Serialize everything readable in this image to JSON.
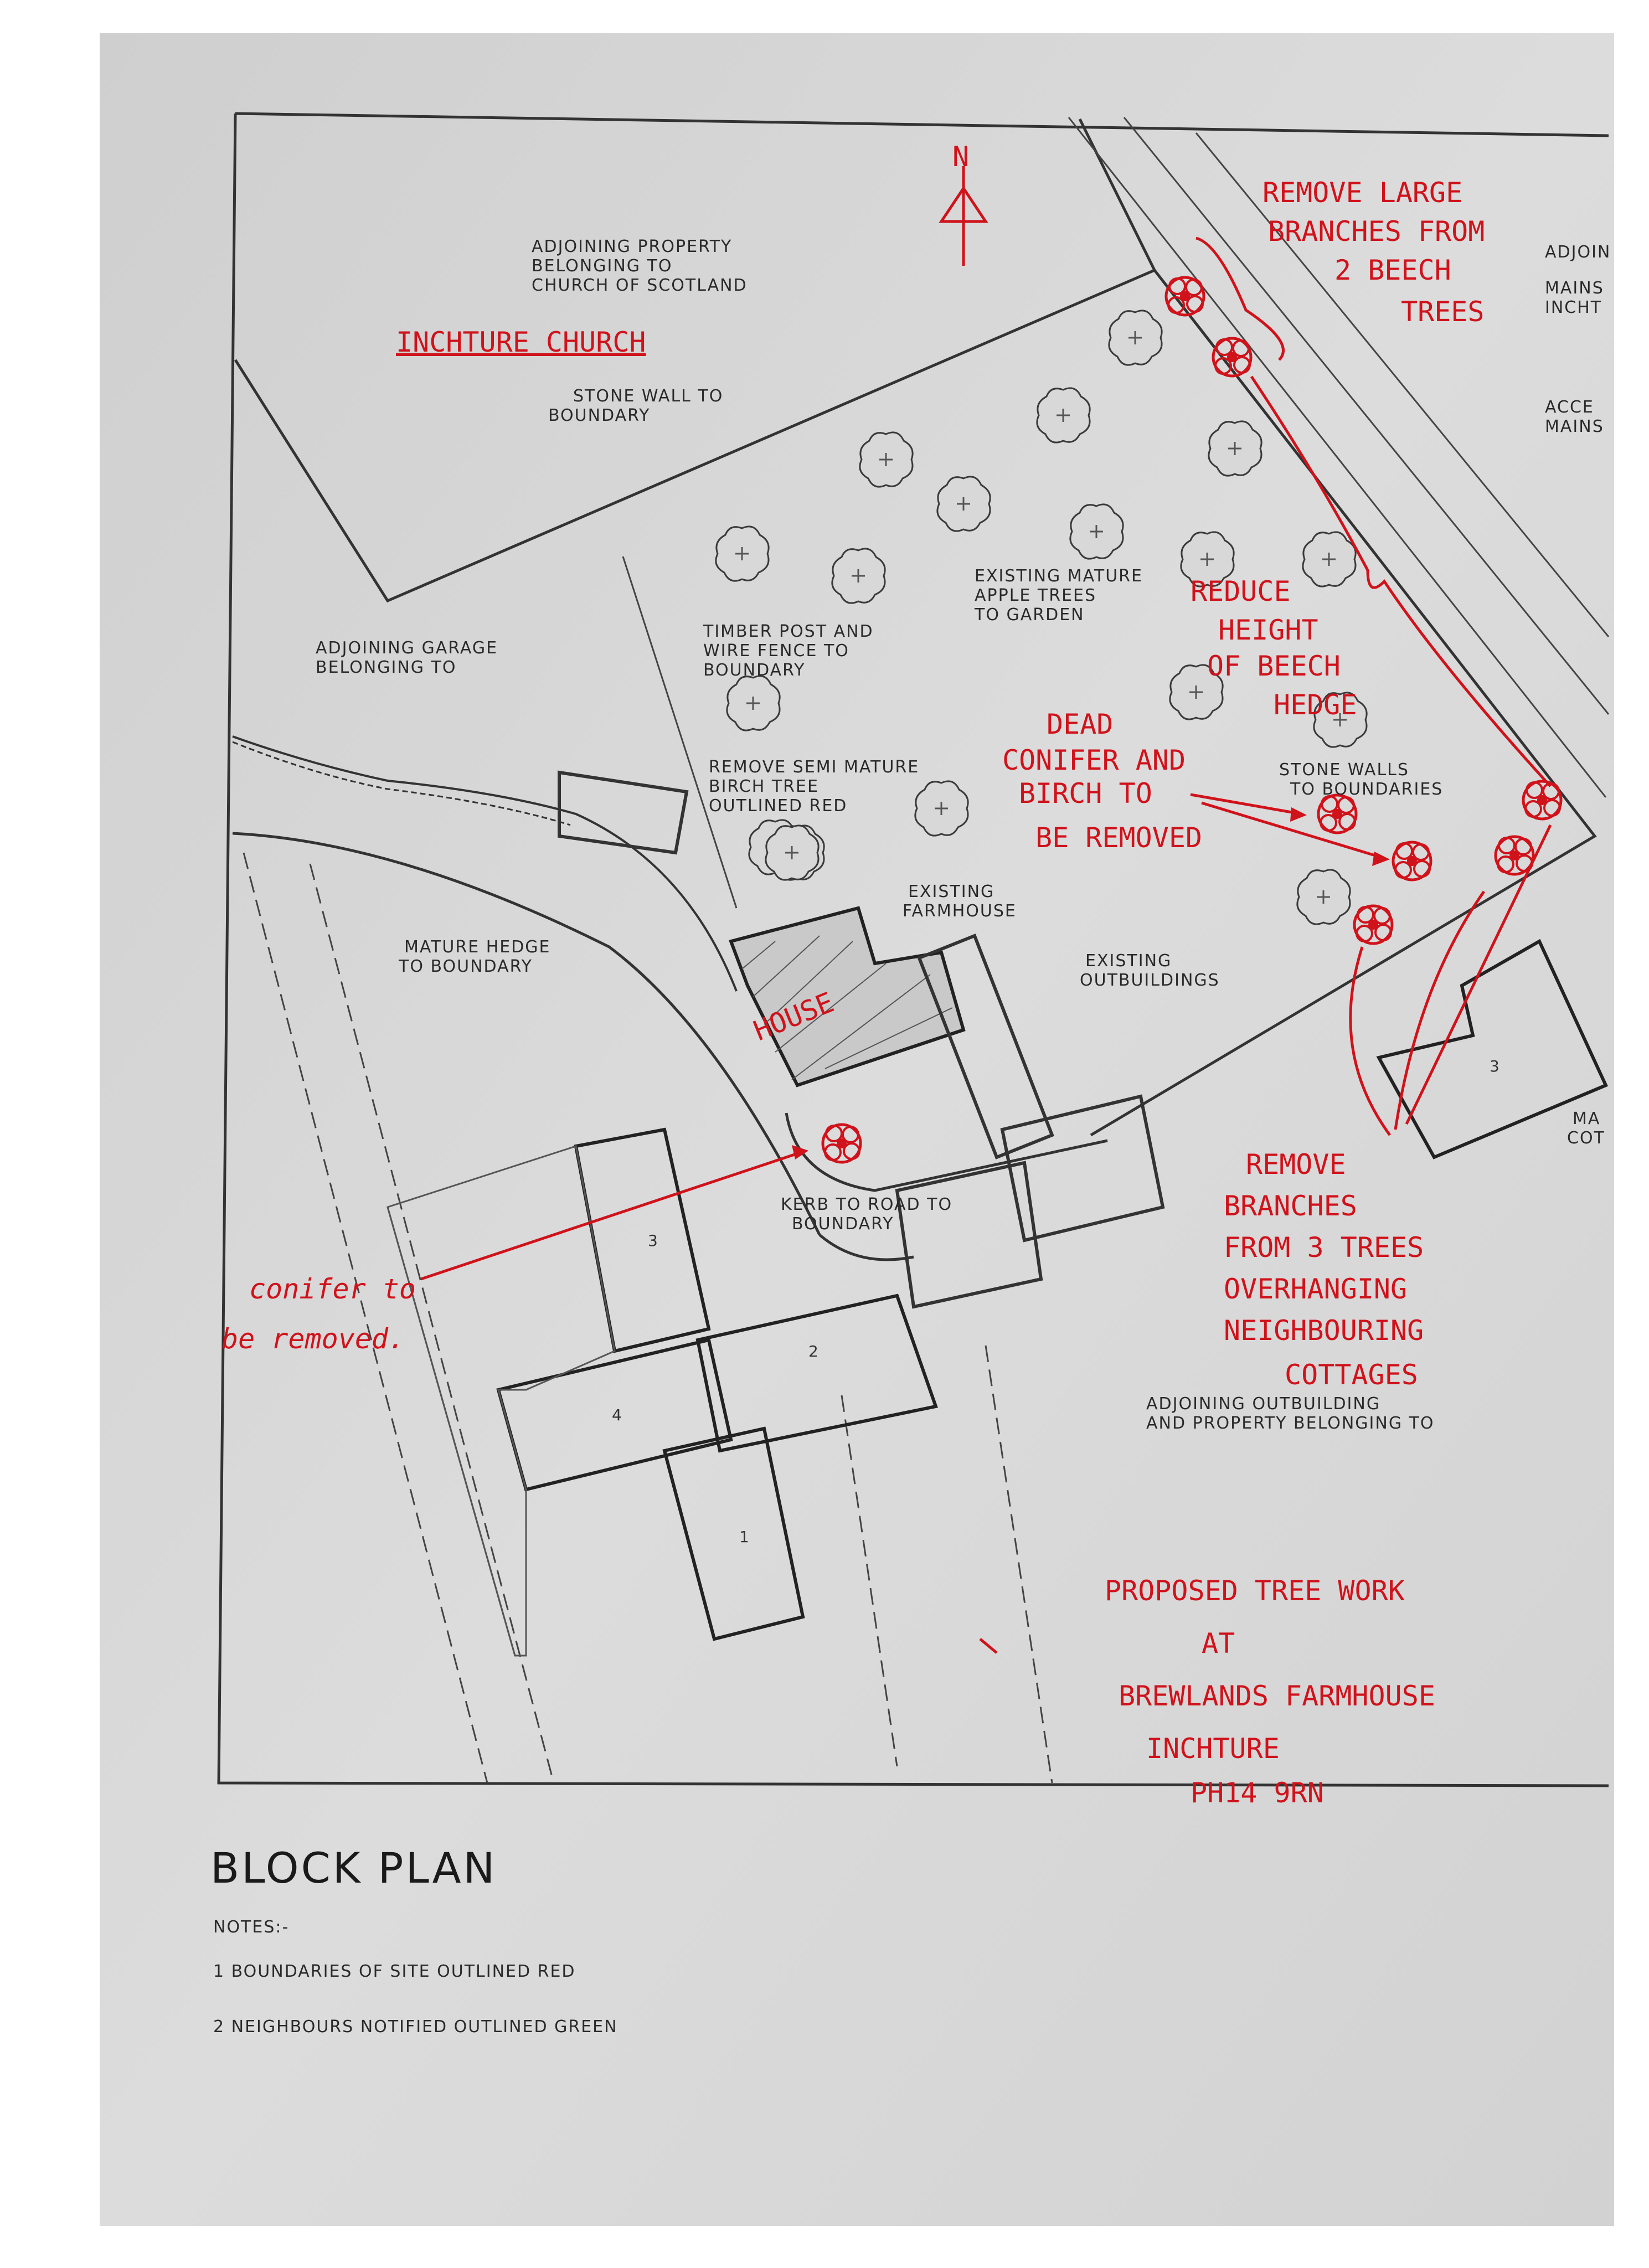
{
  "colors": {
    "paper": "#d8d8d8",
    "pencil": "#2a2a2a",
    "annotation_red": "#d0121b"
  },
  "north_label": "N",
  "red_annotations": {
    "church": "INCHTURE CHURCH",
    "beech_branches": [
      "REMOVE LARGE",
      "BRANCHES FROM",
      "2 BEECH",
      "TREES"
    ],
    "beech_hedge": [
      "REDUCE",
      "HEIGHT",
      "OF BEECH",
      "HEDGE"
    ],
    "dead_conifer": [
      "DEAD",
      "CONIFER AND",
      "BIRCH TO",
      "BE REMOVED"
    ],
    "house": "HOUSE",
    "conifer_removed": [
      "conifer to",
      "be removed."
    ],
    "three_trees": [
      "REMOVE",
      "BRANCHES",
      "FROM 3 TREES",
      "OVERHANGING",
      "NEIGHBOURING",
      "COTTAGES"
    ],
    "title_block": [
      "PROPOSED TREE WORK",
      "AT",
      "BREWLANDS FARMHOUSE",
      "INCHTURE",
      "PH14 9RN"
    ]
  },
  "pencil_labels": {
    "adjoining_church": [
      "ADJOINING PROPERTY",
      "BELONGING TO",
      "CHURCH OF SCOTLAND"
    ],
    "stone_wall": [
      "STONE WALL TO",
      "BOUNDARY"
    ],
    "apple_trees": [
      "EXISTING MATURE",
      "APPLE TREES",
      "TO GARDEN"
    ],
    "timber_fence": [
      "TIMBER POST AND",
      "WIRE FENCE TO",
      "BOUNDARY"
    ],
    "adjoining_garage": [
      "ADJOINING GARAGE",
      "BELONGING TO"
    ],
    "remove_birch": [
      "REMOVE SEMI MATURE",
      "BIRCH TREE",
      "OUTLINED RED"
    ],
    "stone_walls": [
      "STONE WALLS",
      "TO BOUNDARIES"
    ],
    "existing_farmhouse": [
      "EXISTING",
      "FARMHOUSE"
    ],
    "existing_outbuildings": [
      "EXISTING",
      "OUTBUILDINGS"
    ],
    "mature_hedge": [
      "MATURE HEDGE",
      "TO BOUNDARY"
    ],
    "kerb": [
      "KERB TO ROAD TO",
      "BOUNDARY"
    ],
    "adjoining_outbuilding": [
      "ADJOINING OUTBUILDING",
      "AND PROPERTY BELONGING TO"
    ],
    "right_edge": [
      "ADJOIN",
      "MAINS",
      "INCHT",
      "ACCE",
      "MAINS",
      "MA",
      "COT"
    ]
  },
  "building_numbers": [
    "1",
    "2",
    "3",
    "4",
    "3"
  ],
  "block_plan": {
    "heading": "BLOCK PLAN",
    "notes_heading": "NOTES:-",
    "notes": [
      "1 BOUNDARIES OF SITE OUTLINED RED",
      "2 NEIGHBOURS NOTIFIED OUTLINED GREEN"
    ]
  }
}
